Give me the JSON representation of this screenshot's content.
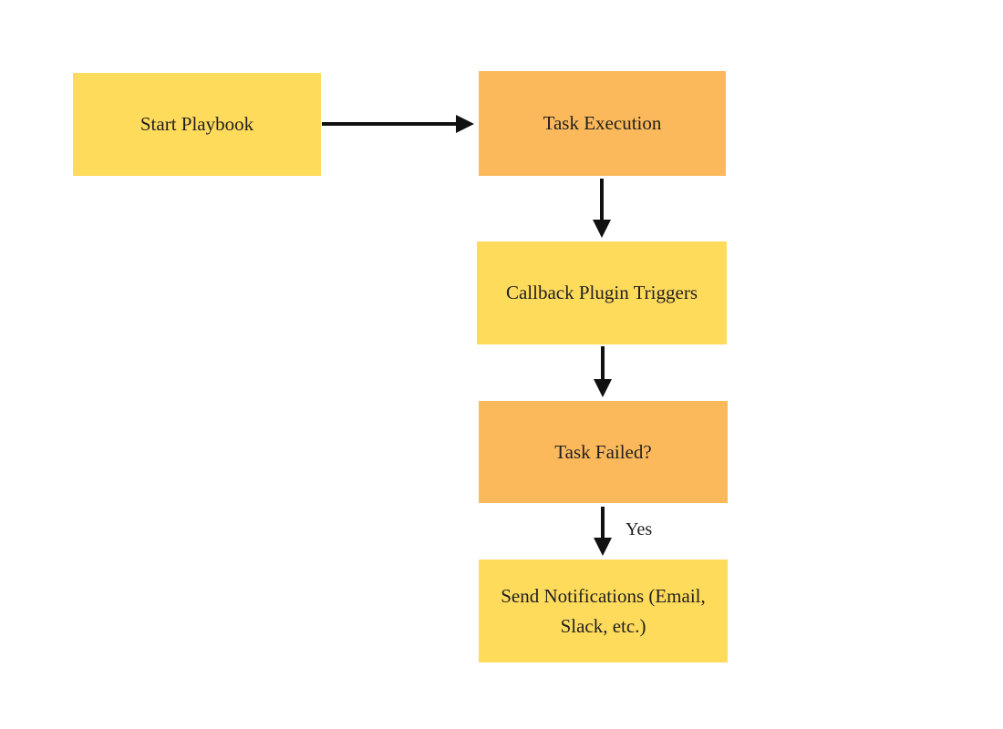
{
  "diagram": {
    "type": "flowchart",
    "background": "#ffffff",
    "colors": {
      "node_yellow": "#FFDB5C",
      "node_orange": "#FBB95C",
      "arrow": "#111111",
      "text": "#1f1f1f"
    },
    "nodes": [
      {
        "id": "start-playbook",
        "label": "Start Playbook",
        "fill": "yellow"
      },
      {
        "id": "task-execution",
        "label": "Task Execution",
        "fill": "orange"
      },
      {
        "id": "callback-plugin-triggers",
        "label": "Callback Plugin Triggers",
        "fill": "yellow"
      },
      {
        "id": "task-failed",
        "label": "Task Failed?",
        "fill": "orange"
      },
      {
        "id": "send-notifications",
        "label": "Send Notifications (Email, Slack, etc.)",
        "fill": "yellow"
      }
    ],
    "edges": [
      {
        "from": "start-playbook",
        "to": "task-execution",
        "label": ""
      },
      {
        "from": "task-execution",
        "to": "callback-plugin-triggers",
        "label": ""
      },
      {
        "from": "callback-plugin-triggers",
        "to": "task-failed",
        "label": ""
      },
      {
        "from": "task-failed",
        "to": "send-notifications",
        "label": "Yes"
      }
    ]
  }
}
